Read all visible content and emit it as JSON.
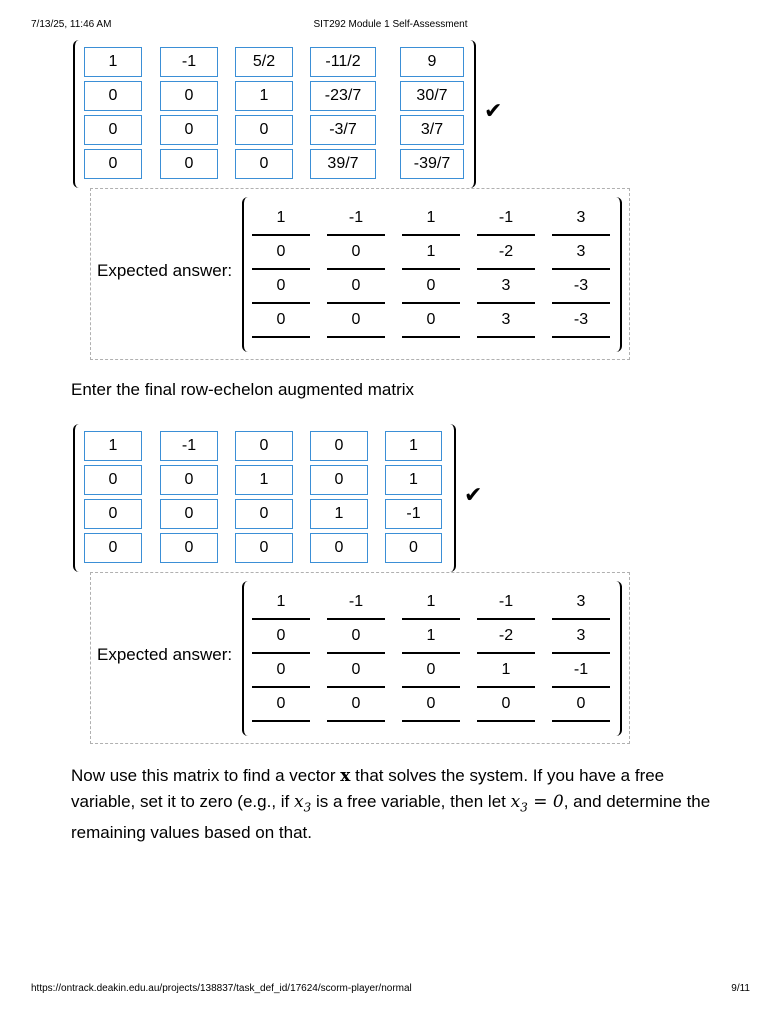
{
  "header": {
    "timestamp": "7/13/25, 11:46 AM",
    "title": "SIT292 Module 1 Self-Assessment"
  },
  "footer": {
    "url": "https://ontrack.deakin.edu.au/projects/138837/task_def_id/17624/scorm-player/normal",
    "page": "9/11"
  },
  "matrix1": {
    "rows": [
      [
        "1",
        "-1",
        "5/2",
        "-11/2",
        "9"
      ],
      [
        "0",
        "0",
        "1",
        "-23/7",
        "30/7"
      ],
      [
        "0",
        "0",
        "0",
        "-3/7",
        "3/7"
      ],
      [
        "0",
        "0",
        "0",
        "39/7",
        "-39/7"
      ]
    ],
    "status_icon": "checkmark-icon"
  },
  "expected1": {
    "label": "Expected answer:",
    "rows": [
      [
        "1",
        "-1",
        "1",
        "-1",
        "3"
      ],
      [
        "0",
        "0",
        "1",
        "-2",
        "3"
      ],
      [
        "0",
        "0",
        "0",
        "3",
        "-3"
      ],
      [
        "0",
        "0",
        "0",
        "3",
        "-3"
      ]
    ]
  },
  "prompt2": "Enter the final row-echelon augmented matrix",
  "matrix2": {
    "rows": [
      [
        "1",
        "-1",
        "0",
        "0",
        "1"
      ],
      [
        "0",
        "0",
        "1",
        "0",
        "1"
      ],
      [
        "0",
        "0",
        "0",
        "1",
        "-1"
      ],
      [
        "0",
        "0",
        "0",
        "0",
        "0"
      ]
    ],
    "status_icon": "checkmark-icon"
  },
  "expected2": {
    "label": "Expected answer:",
    "rows": [
      [
        "1",
        "-1",
        "1",
        "-1",
        "3"
      ],
      [
        "0",
        "0",
        "1",
        "-2",
        "3"
      ],
      [
        "0",
        "0",
        "0",
        "1",
        "-1"
      ],
      [
        "0",
        "0",
        "0",
        "0",
        "0"
      ]
    ]
  },
  "instructions": {
    "part1": "Now use this matrix to find a vector ",
    "vec": "x",
    "part2": " that solves the system.  If you have a free variable, set it to zero (e.g., if ",
    "var1": "x",
    "sub1": "3",
    "part3": " is a free variable, then let ",
    "var2": "x",
    "sub2": "3",
    "eq": " = 0",
    "part4": ", and determine the remaining values based on that."
  }
}
